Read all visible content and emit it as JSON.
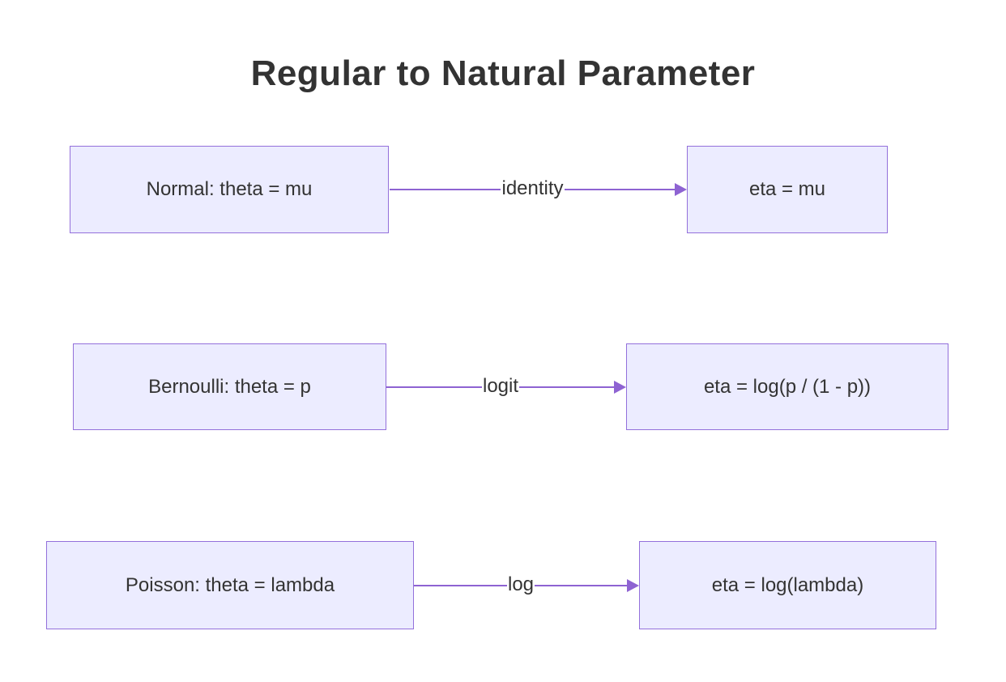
{
  "title": "Regular to Natural Parameter",
  "colors": {
    "node_fill": "#ECECFF",
    "node_border": "#9370DB",
    "edge": "#8E63D2",
    "text": "#333333",
    "background": "#FFFFFF"
  },
  "diagram": {
    "type": "flowchart-LR",
    "rows": [
      {
        "source": "Normal: theta = mu",
        "edge_label": "identity",
        "target": "eta = mu"
      },
      {
        "source": "Bernoulli: theta = p",
        "edge_label": "logit",
        "target": "eta = log(p / (1 - p))"
      },
      {
        "source": "Poisson: theta = lambda",
        "edge_label": "log",
        "target": "eta = log(lambda)"
      }
    ]
  }
}
